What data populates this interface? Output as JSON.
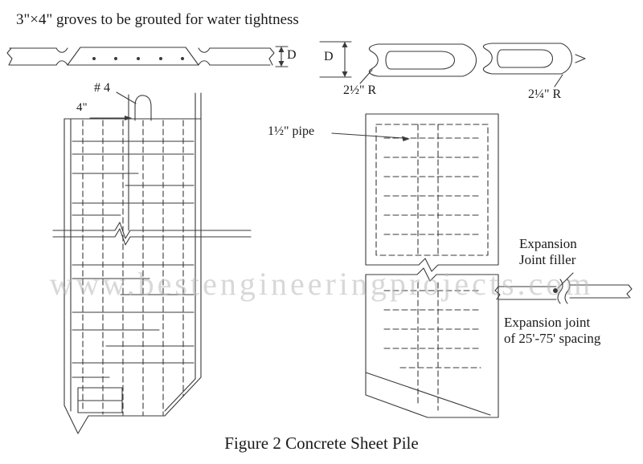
{
  "figure": {
    "caption": "Figure 2 Concrete Sheet Pile",
    "watermark": "www.bestengineeringprojects.com"
  },
  "top_left_section": {
    "note": "3\"×4\" groves to be grouted for water tightness",
    "depth_label": "D"
  },
  "top_right_section": {
    "depth_label": "D",
    "groove_radius": "2½\" R",
    "tongue_radius": "2¼\" R"
  },
  "elevation": {
    "bar_label": "# 4",
    "edge_dim": "4\""
  },
  "plan": {
    "pipe_label": "1½\" pipe"
  },
  "expansion": {
    "filler_line1": "Expansion",
    "filler_line2": "Joint filler",
    "spacing_line1": "Expansion joint",
    "spacing_line2": "of 25'-75' spacing"
  }
}
